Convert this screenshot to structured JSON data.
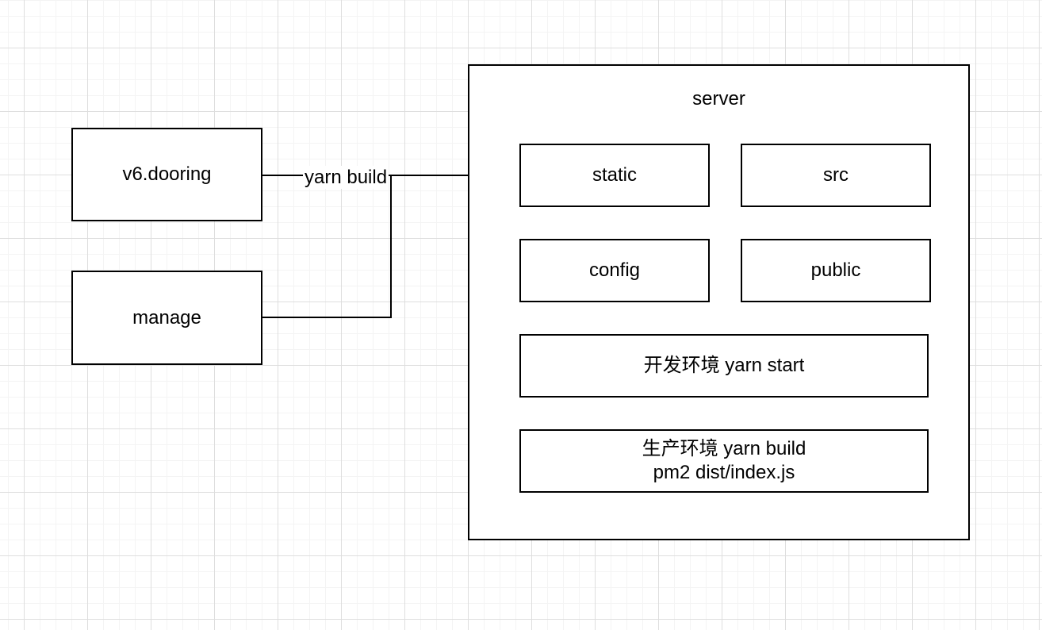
{
  "diagram": {
    "nodes": {
      "v6_dooring": {
        "label": "v6.dooring"
      },
      "manage": {
        "label": "manage"
      },
      "server": {
        "label": "server"
      },
      "static": {
        "label": "static"
      },
      "src": {
        "label": "src"
      },
      "config": {
        "label": "config"
      },
      "public": {
        "label": "public"
      },
      "dev_env": {
        "label": "开发环境 yarn start"
      },
      "prod_env": {
        "label_line1": "生产环境 yarn build",
        "label_line2": "pm2 dist/index.js"
      }
    },
    "edges": {
      "yarn_build": {
        "label": "yarn build"
      }
    },
    "colors": {
      "stroke": "#000000",
      "node_fill": "#ffffff",
      "canvas_background": "#ffffff",
      "grid_minor": "#f4f4f4",
      "grid_major": "#dedede"
    }
  }
}
